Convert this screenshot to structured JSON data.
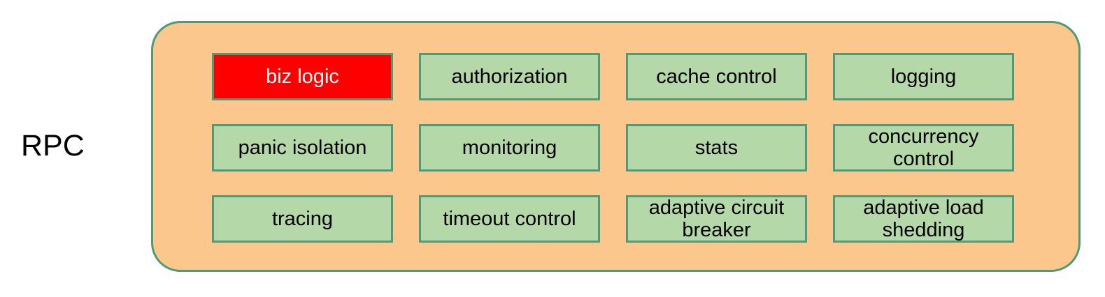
{
  "diagram": {
    "group_label": "RPC",
    "colors": {
      "container_fill": "#FBC78D",
      "container_border": "#4F9B77",
      "box_fill": "#B4D8A7",
      "box_border": "#4F9B77",
      "highlight_fill": "#FF0000",
      "highlight_text": "#FFFFFF",
      "text": "#000000",
      "background": "#FFFFFF"
    },
    "grid": {
      "columns": 4,
      "rows": 3
    },
    "boxes": [
      {
        "label": "biz logic",
        "highlighted": true
      },
      {
        "label": "authorization",
        "highlighted": false
      },
      {
        "label": "cache control",
        "highlighted": false
      },
      {
        "label": "logging",
        "highlighted": false
      },
      {
        "label": "panic isolation",
        "highlighted": false
      },
      {
        "label": "monitoring",
        "highlighted": false
      },
      {
        "label": "stats",
        "highlighted": false
      },
      {
        "label": "concurrency control",
        "highlighted": false
      },
      {
        "label": "tracing",
        "highlighted": false
      },
      {
        "label": "timeout control",
        "highlighted": false
      },
      {
        "label": "adaptive circuit breaker",
        "highlighted": false
      },
      {
        "label": "adaptive load shedding",
        "highlighted": false
      }
    ]
  }
}
